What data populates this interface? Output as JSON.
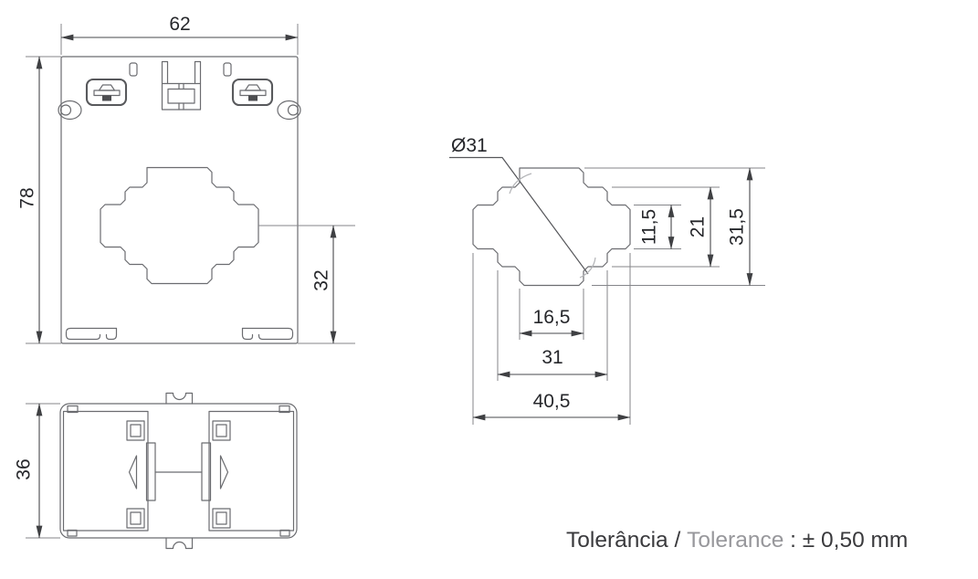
{
  "front_view": {
    "width_label": "62",
    "height_label": "78",
    "aperture_to_base_label": "32"
  },
  "side_view": {
    "depth_label": "36"
  },
  "aperture_detail": {
    "diameter_label": "Ø31",
    "aperture_height_label": "11,5",
    "step_height_label": "21",
    "overall_height_label": "31,5",
    "aperture_width_label": "16,5",
    "step_width_label": "31",
    "overall_width_label": "40,5"
  },
  "tolerance_note": {
    "portuguese": "Tolerância",
    "separator": " / ",
    "english": "Tolerance",
    "value": " : ± 0,50 mm"
  },
  "colors": {
    "background": "#ffffff",
    "part_outline": "#6b6c70",
    "dimension_lines": "#47484c",
    "dimension_text": "#26272b",
    "muted_text": "#97979b",
    "diameter_arc": "#b4b5b8"
  }
}
